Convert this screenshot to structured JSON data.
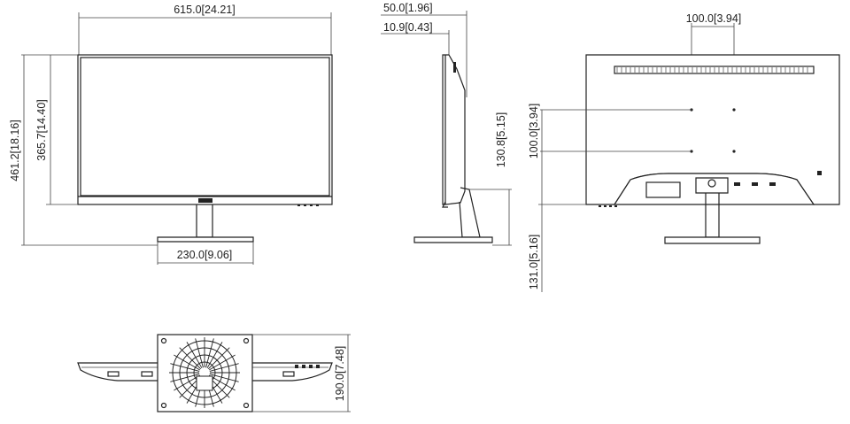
{
  "dimensions": {
    "front_width": "615.0[24.21]",
    "front_total_height": "461.2[18.16]",
    "front_screen_height": "365.7[14.40]",
    "front_stand_base": "230.0[9.06]",
    "side_depth": "50.0[1.96]",
    "side_panel": "10.9[0.43]",
    "side_stand_height": "130.8[5.15]",
    "rear_vesa_horizontal": "100.0[3.94]",
    "rear_vesa_vertical": "100.0[3.94]",
    "rear_low": "131.0[5.16]",
    "bottom_depth": "190.0[7.48]"
  }
}
